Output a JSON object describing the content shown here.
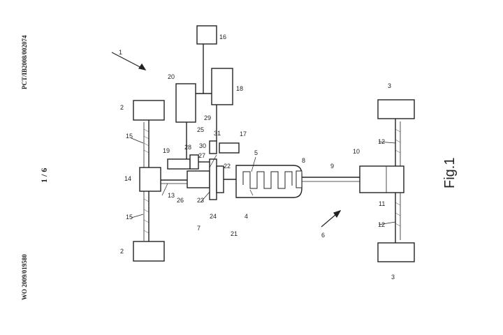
{
  "margin": {
    "publication_code": "PCT/IB2008/002074",
    "publication_number": "WO 2009/019580",
    "page_number": "1 / 6"
  },
  "figure": {
    "caption": "Fig.1",
    "reference_numerals": [
      "1",
      "2",
      "2",
      "3",
      "3",
      "4",
      "5",
      "6",
      "7",
      "8",
      "9",
      "10",
      "11",
      "12",
      "12",
      "13",
      "14",
      "15",
      "15",
      "16",
      "17",
      "18",
      "19",
      "20",
      "21",
      "22",
      "23",
      "24",
      "25",
      "26",
      "27",
      "28",
      "29",
      "30",
      "31"
    ]
  }
}
